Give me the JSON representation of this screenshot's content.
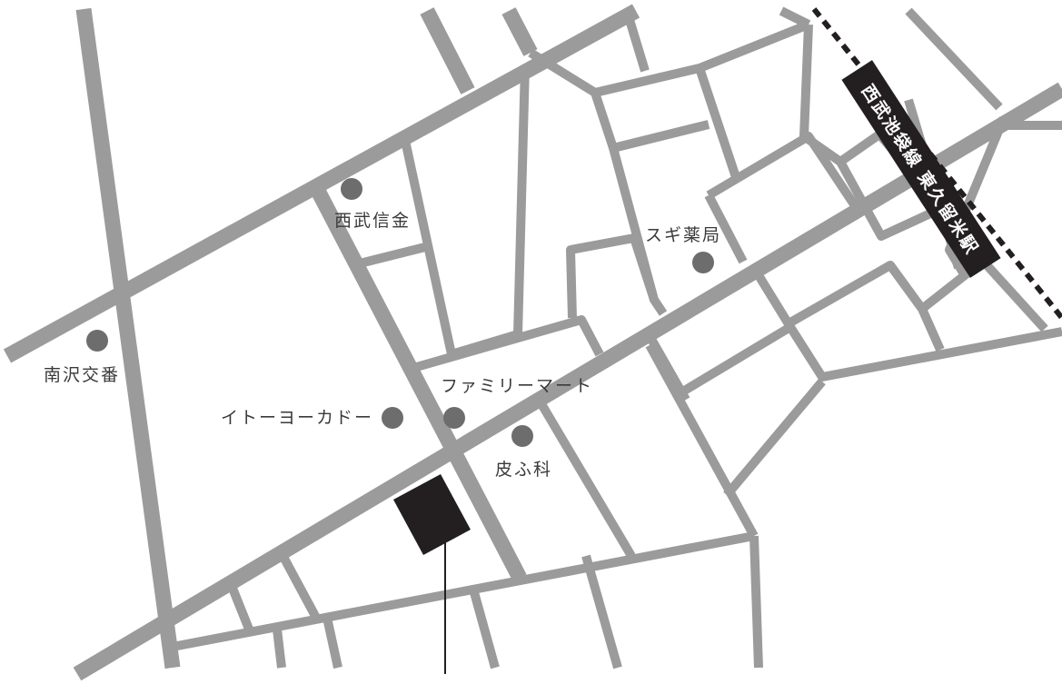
{
  "map": {
    "colors": {
      "road": "#9b9b9b",
      "poi": "#6d6d6d",
      "label": "#3a3a3a",
      "destination": "#231f20",
      "station_badge_bg": "#231f20",
      "station_badge_text": "#ffffff",
      "background": "#ffffff"
    },
    "station": {
      "label": "西武池袋線 東久留米駅"
    },
    "landmarks": [
      {
        "id": "seibu-shinkin",
        "label": "西武信金"
      },
      {
        "id": "sugi-pharmacy",
        "label": "スギ薬局"
      },
      {
        "id": "minamisawa-koban",
        "label": "南沢交番"
      },
      {
        "id": "familymart",
        "label": "ファミリーマート"
      },
      {
        "id": "ito-yokado",
        "label": "イトーヨーカドー"
      },
      {
        "id": "dermatology",
        "label": "皮ふ科"
      }
    ],
    "destination": {
      "icon": "destination-building-marker"
    }
  }
}
